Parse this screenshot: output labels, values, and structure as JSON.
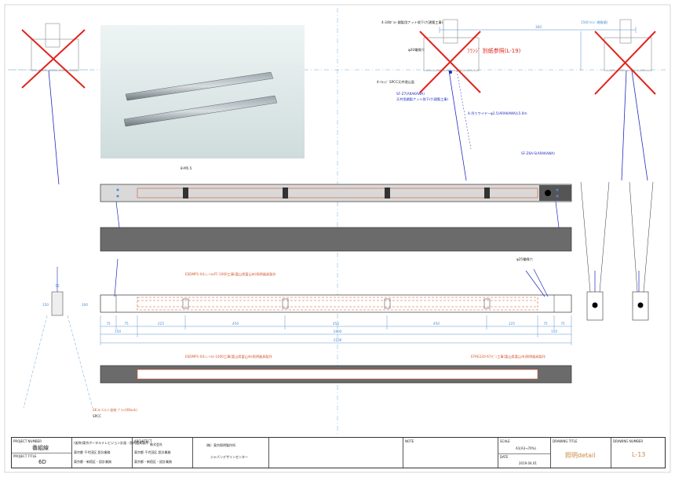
{
  "annotations": {
    "bolt_hole": "4-3/8ﾎﾞﾙﾄ 鋼製用ナット袋下げ(建築工事)",
    "conduit_top": "φ20電線穴",
    "flange_ref": "ﾌﾗﾝｼﾞ 別紙参照(L-19)",
    "spcc_note": "4-ﾌﾗﾝｼﾞ SPCC天井埋込面",
    "sf_27": "SF-Z7(ARAKAWA)",
    "sf_27_sub": "天井用鋼製ナット袋下げ(建築工事)",
    "wire_note": "4-吊りワイヤーφ2.5(ARAKAWA)L5.0m",
    "sf_26a": "SF-Z6A-S(ARAKAWA)",
    "dim_top": "300",
    "dim_top_right": "150(ﾌﾗﾝｼﾞ規格値)",
    "hole_label": "8-M5.5",
    "conduit_lower": "φ25電線穴",
    "fixture1": "ESDMP1-04ﾆｭｰﾄﾗﾙFF-1000工事(富山県富山市)照明器具製作",
    "fixture2": "ESDMP1-04ﾆｭｰﾄﾗﾙ-1000工事(富山県富山市)照明器具製作",
    "fixture3": "EFRE220-67/ﾋﾟﾝ工事(富山県富山市)照明器具製作",
    "finish_1": "SKコバルト塗装 ﾌﾞﾗｯｸ(Black)",
    "finish_2": "SPCC"
  },
  "dimensions": {
    "d75a": "75",
    "d75b": "75",
    "d225a": "225",
    "d450a": "450",
    "d450b": "450",
    "d450c": "450",
    "d225b": "225",
    "d75c": "75",
    "d75d": "75",
    "d150a": "150",
    "d1800": "1800",
    "d150b": "150",
    "d2100": "2100",
    "side_150": "150",
    "side_100": "100",
    "side_55": "55"
  },
  "title_block": {
    "project_label": "PROJECT NUMBER",
    "project_value": "番組線",
    "client_label": "PROJECT TITLE",
    "client_value": "6D",
    "designer_1": "(仮称)東京ポータルテレビジョン計画・照明器具製作",
    "designer_2": "東京都 千代田区 設計業務",
    "designer_3": "東京都・新宿区・設計業務",
    "architect_label": "ARCHITECT",
    "architect_value": "株式会社",
    "firm": "（株）東京照明製作所",
    "firm_sub": "ジャパンデザインセンター",
    "notes_label": "NOTE",
    "scale_label": "SCALE",
    "scale_value": "A1(A3→70%)",
    "date_label": "DATE",
    "date_value": "2019.04.01",
    "drawing_title_label": "DRAWING TITLE",
    "drawing_title": "照明detail",
    "sheet_label": "DRAWING NUMBER",
    "sheet_no": "L-13"
  }
}
